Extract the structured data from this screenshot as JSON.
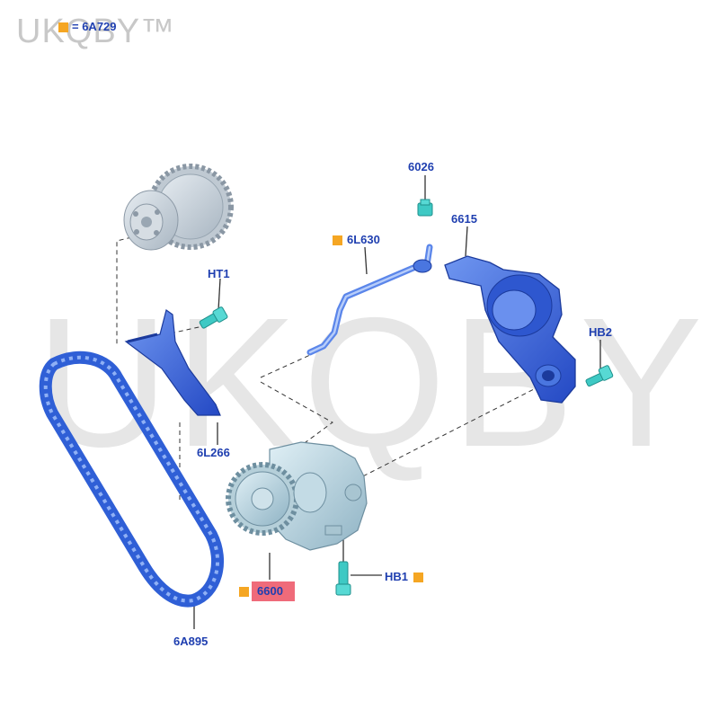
{
  "watermark": {
    "text": "UKQBY™"
  },
  "legend": {
    "equals": "= 6A729"
  },
  "parts": {
    "p6026": "6026",
    "p6615": "6615",
    "p6L630": "6L630",
    "pHT1": "HT1",
    "pHB2": "HB2",
    "p6L266": "6L266",
    "p6600": "6600",
    "pHB1": "HB1",
    "p6A895": "6A895"
  },
  "colors": {
    "part_blue": "#2f5fd6",
    "part_blue_light": "#5b86ea",
    "part_blue_dark": "#1b3a9c",
    "fastener_teal": "#3ec9c4",
    "metal_gray": "#c9d2da",
    "label_blue": "#1f3fb0",
    "marker_orange": "#f5a623",
    "highlight_red": "#ef6b7a"
  }
}
